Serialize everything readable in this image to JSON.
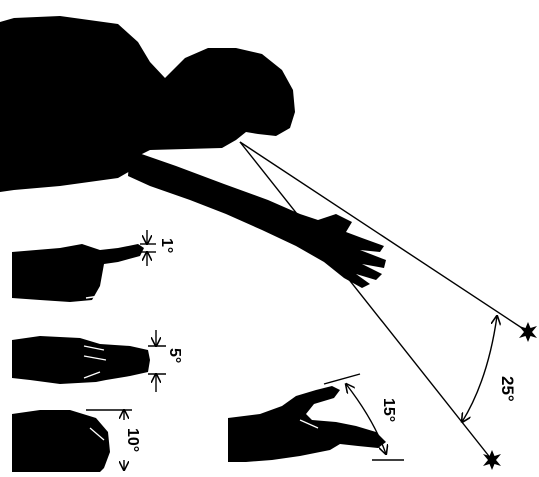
{
  "figure": {
    "angles": {
      "pinky_finger": "1°",
      "three_fingers": "5°",
      "fist": "10°",
      "hand_span": "15°",
      "outstretched_hand": "25°"
    },
    "colors": {
      "silhouette": "#000000",
      "background": "#ffffff",
      "highlight": "#ffffff"
    },
    "icons": {
      "star": "star-icon",
      "arrow": "arrowhead-icon"
    }
  }
}
